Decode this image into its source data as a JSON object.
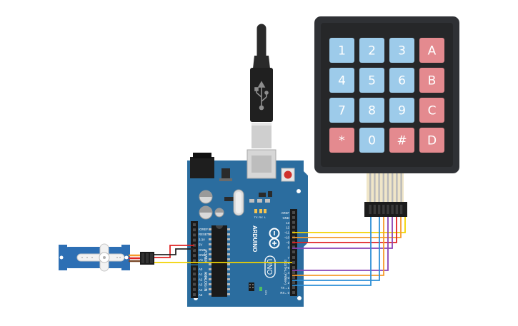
{
  "keypad": {
    "rows": [
      [
        {
          "label": "1",
          "color": "#9dcbea"
        },
        {
          "label": "2",
          "color": "#9dcbea"
        },
        {
          "label": "3",
          "color": "#9dcbea"
        },
        {
          "label": "A",
          "color": "#e48a8f"
        }
      ],
      [
        {
          "label": "4",
          "color": "#9dcbea"
        },
        {
          "label": "5",
          "color": "#9dcbea"
        },
        {
          "label": "6",
          "color": "#9dcbea"
        },
        {
          "label": "B",
          "color": "#e48a8f"
        }
      ],
      [
        {
          "label": "7",
          "color": "#9dcbea"
        },
        {
          "label": "8",
          "color": "#9dcbea"
        },
        {
          "label": "9",
          "color": "#9dcbea"
        },
        {
          "label": "C",
          "color": "#e48a8f"
        }
      ],
      [
        {
          "label": "*",
          "color": "#e48a8f"
        },
        {
          "label": "0",
          "color": "#9dcbea"
        },
        {
          "label": "#",
          "color": "#e48a8f"
        },
        {
          "label": "D",
          "color": "#e48a8f"
        }
      ]
    ]
  },
  "arduino": {
    "brand": "ARDUINO",
    "model": "UNO",
    "power_header_label": "POWER",
    "analog_header_label": "ANALOG IN",
    "digital_header_label": "DIGITAL (PWM~)",
    "led_tx": "TX",
    "led_rx": "RX",
    "led_l": "L",
    "on_label": "ON",
    "power_pins": [
      "IOREF",
      "RESET",
      "3.3V",
      "5V",
      "GND",
      "GND",
      "Vin"
    ],
    "analog_pins": [
      "A0",
      "A1",
      "A2",
      "A3",
      "A4",
      "A5"
    ],
    "digital_pins_top": [
      "AREF",
      "GND",
      "13",
      "12",
      "~11",
      "~10",
      "~9",
      "8"
    ],
    "digital_pins_bottom": [
      "7",
      "~6",
      "~5",
      "4",
      "~3",
      "2",
      "TX→1",
      "RX←0"
    ]
  },
  "colors": {
    "board": "#2b6d9f",
    "keypad_body": "#2f3135",
    "wire_red": "#e02424",
    "wire_yellow": "#f2d300",
    "wire_black": "#262626",
    "wire_orange": "#f59a2b",
    "wire_purple": "#8a44b5",
    "wire_blue": "#2d8fd6",
    "servo_body": "#2d6fb4"
  }
}
